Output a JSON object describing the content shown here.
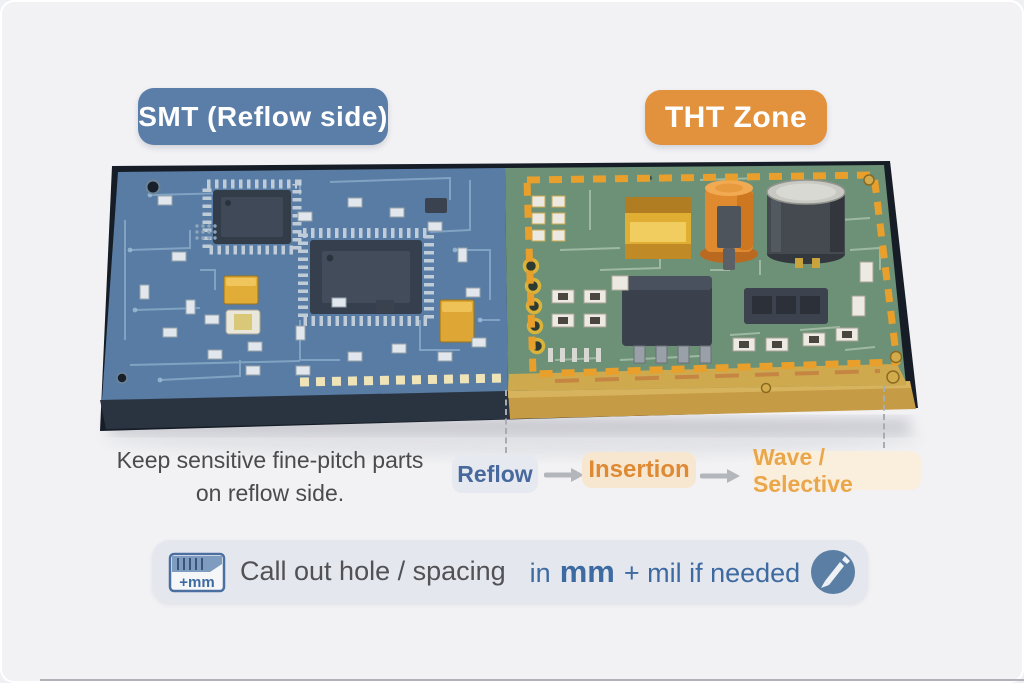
{
  "labels": {
    "smt_zone": "SMT (Reflow side)",
    "tht_zone": "THT Zone"
  },
  "note": {
    "line1": "Keep sensitive fine-pitch parts",
    "line2": "on reflow side."
  },
  "process_flow": {
    "steps": [
      {
        "label": "Reflow"
      },
      {
        "label": "Insertion"
      },
      {
        "label": "Wave / Selective"
      }
    ]
  },
  "callout": {
    "icon_label": "+mm",
    "text": "Call out hole / spacing",
    "unit_in": "in",
    "unit_primary": "mm",
    "unit_rest": "+ mil if needed"
  },
  "colors": {
    "page_bg": "#f2f2f5",
    "smt_label_bg": "#5b7ea8",
    "tht_label_bg": "#e2913c",
    "label_text": "#ffffff",
    "smt_board": "#587ca3",
    "tht_board": "#6d9177",
    "tht_dash": "#e89f2b",
    "board_rim": "#161d26",
    "board_edge_dark": "#2a3440",
    "board_edge_gold": "#c69b45",
    "note_text": "#4b4b4e",
    "reflow_bg": "#e6e9ef",
    "reflow_text": "#47699e",
    "insertion_bg": "#f8e7d0",
    "insertion_text": "#de8a35",
    "wave_bg": "#faeedd",
    "wave_text": "#eaa64b",
    "arrow": "#b3b6bb",
    "bar_bg": "#e4e7ed",
    "bar_text": "#515156",
    "bar_accent": "#3e6aa2",
    "pencil_circle": "#5b7fa4"
  }
}
